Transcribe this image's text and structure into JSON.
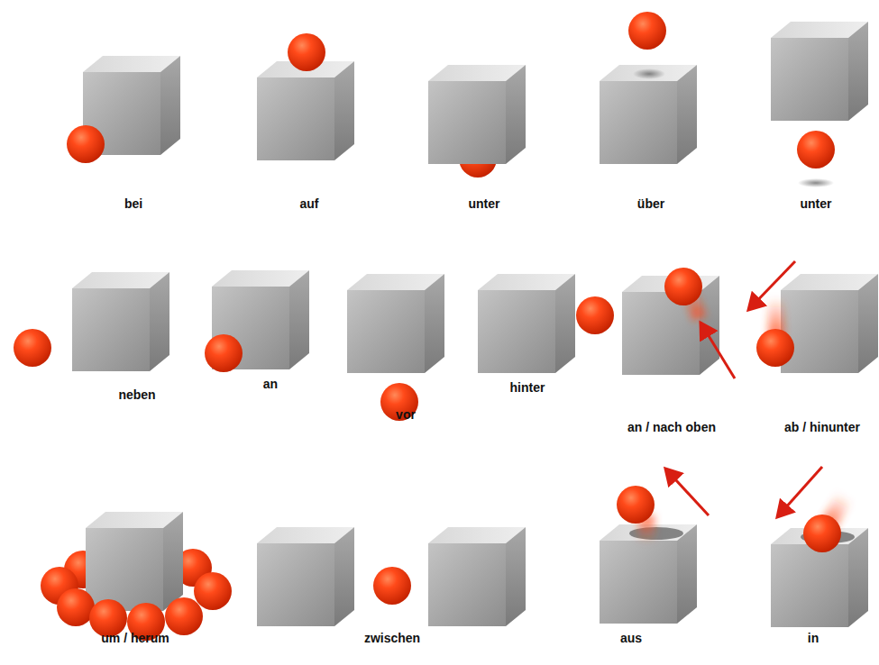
{
  "diagram": {
    "labels": [
      "bei",
      "auf",
      "unter",
      "über",
      "unter",
      "neben",
      "an",
      "vor",
      "hinter",
      "an / nach oben",
      "ab / hinunter",
      "um / herum",
      "zwischen",
      "aus",
      "in"
    ]
  }
}
